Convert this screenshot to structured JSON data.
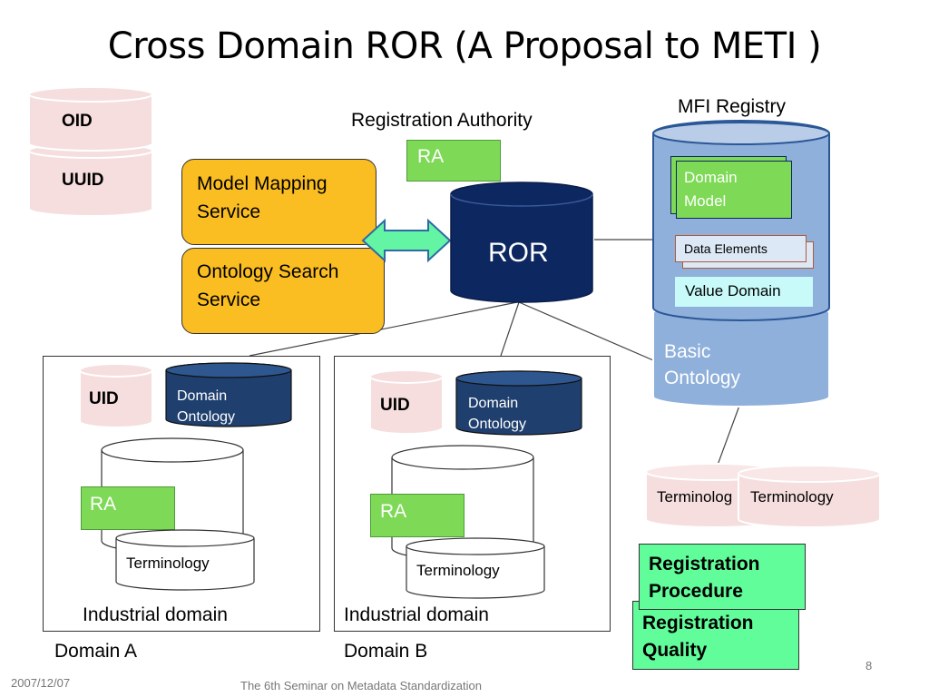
{
  "title": "Cross Domain ROR (A Proposal to METI )",
  "oid": "OID",
  "uuid": "UUID",
  "registration_authority": "Registration Authority",
  "ra_top": "RA",
  "ror": "ROR",
  "model_mapping": [
    "Model Mapping",
    "Service"
  ],
  "ontology_search": [
    "Ontology Search",
    "Service"
  ],
  "mfi": {
    "title": "MFI Registry",
    "domain_model": [
      "Domain",
      "Model"
    ],
    "data_elements": "Data Elements",
    "value_domain": "Value Domain",
    "basic_ontology": [
      "Basic",
      "Ontology"
    ]
  },
  "terminology_left": "Terminolog",
  "terminology_right": "Terminology",
  "domain_a": {
    "uid": "UID",
    "domain_ontology": [
      "Domain",
      "Ontology"
    ],
    "ra": "RA",
    "terminology": "Terminology",
    "industrial": "Industrial domain",
    "label": "Domain A"
  },
  "domain_b": {
    "uid": "UID",
    "domain_ontology": [
      "Domain",
      "Ontology"
    ],
    "ra": "RA",
    "terminology": "Terminology",
    "industrial": "Industrial domain",
    "label": "Domain B"
  },
  "registration_procedure": [
    "Registration",
    "Procedure"
  ],
  "registration_quality": [
    "Registration",
    "Quality"
  ],
  "footer": {
    "date": "2007/12/07",
    "seminar": "The 6th Seminar on Metadata Standardization",
    "page": "8"
  },
  "colors": {
    "ror_fill": "#0d2761",
    "domain_ontology_fill": "#1f3f6e",
    "mfi_fill": "#8eb0db",
    "orange_fill": "#fbbe22",
    "ra_fill": "#7ed957",
    "pink_fill": "#f6dede",
    "registration_fill": "#62fd9b"
  }
}
